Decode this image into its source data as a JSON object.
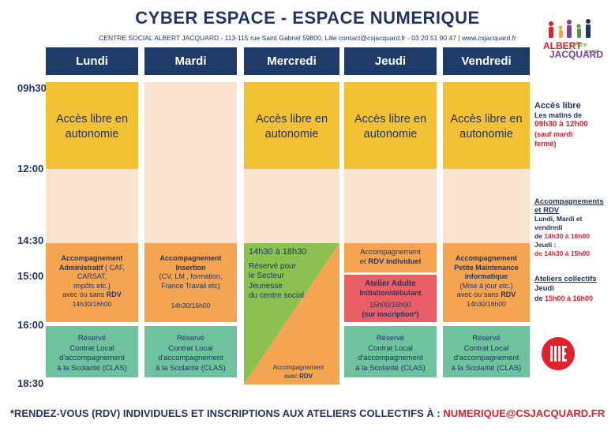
{
  "title": "CYBER ESPACE - ESPACE NUMERIQUE",
  "subtitle": "CENTRE SOCIAL ALBERT JACQUARD - 113-115 rue Saint Gabriel 59800, Lille  contact@csjacquard.fr  - 03 20 51 90 47 | www.csjacquard.fr",
  "logo": {
    "line1": "ALBERT",
    "line2": "JACQUARD",
    "sub1": "centre",
    "sub2": "social"
  },
  "days": [
    "Lundi",
    "Mardi",
    "Mercredi",
    "Jeudi",
    "Vendredi"
  ],
  "times": [
    "09h30",
    "12:00",
    "14:30",
    "15:00",
    "16:00",
    "18:30"
  ],
  "free_access": {
    "line1": "Accès libre en",
    "line2": "autonomie"
  },
  "lundi": {
    "l1": "Accompagnement",
    "l2": "Administratif",
    "l2b": " ( CAF,",
    "l3": "CARSAT,",
    "l4": "impôts  etc.)",
    "l5": "avec ou sans ",
    "l5b": "RDV",
    "l6": "14h30/16h00"
  },
  "mardi": {
    "l1": "Accompagnement",
    "l2": "Insertion",
    "l3": "(CV, LM , formation,",
    "l4": "France Travail etc)",
    "l6": "14h30/16h00"
  },
  "mercredi": {
    "l1": "14h30 à 18h30",
    "l2": "Réservé pour",
    "l3": "le Secteur",
    "l4": "Jeunesse",
    "l5": "du centre social",
    "l6": "Accompagnement",
    "l7": "avec ",
    "l7b": "RDV"
  },
  "jeudi": {
    "l1": "Accompagnement",
    "l2": "et ",
    "l2b": "RDV individuel",
    "a1": "Atelier Adulte",
    "a2": "Initiation/débutant",
    "a3": "15h00/16h00",
    "a4": "(sur inscription*)"
  },
  "vendredi": {
    "l1": "Accompagnement",
    "l2": "Petite  Maintenance",
    "l3": "informatique",
    "l4": "(Mise à jour etc.)",
    "l5": "avec ou sans ",
    "l5b": "RDV",
    "l6": "14h30/16h00"
  },
  "clas": {
    "l1": "Réservé",
    "l2": "Contrat Local",
    "l3": "d'accompagnement",
    "l4": "à la Scolarité (CLAS)"
  },
  "side": {
    "a1": "Accès libre",
    "a2": "Les matins de",
    "a3": "09h30 à 12h00",
    "a4": "(sauf mardi",
    "a5": "fermé)",
    "b1": "Accompagnements",
    "b2": "et RDV",
    "b3": "Lundi, Mardi et",
    "b4": "vendredi",
    "b5": "de ",
    "b6": "14h30 à 16h00",
    "b7": "Jeudi :",
    "b8": "de 14h30 à 15h00",
    "c1": "Ateliers collectifs",
    "c2": "Jeudi",
    "c3": "de ",
    "c4": "15h00 à 16h00"
  },
  "lille_logo": "lille",
  "footer": {
    "text": "*RENDEZ-VOUS (RDV) INDIVIDUELS ET INSCRIPTIONS AUX ATELIERS COLLECTIFS À : ",
    "email": "NUMERIQUE@CSJACQUARD.FR"
  },
  "colors": {
    "navy": "#1f3b68",
    "yellow": "#f3c134",
    "peach": "#fbe4cf",
    "orange": "#f5a552",
    "green": "#6ec29d",
    "red": "#ea5f63",
    "accent_red": "#e3202b"
  }
}
